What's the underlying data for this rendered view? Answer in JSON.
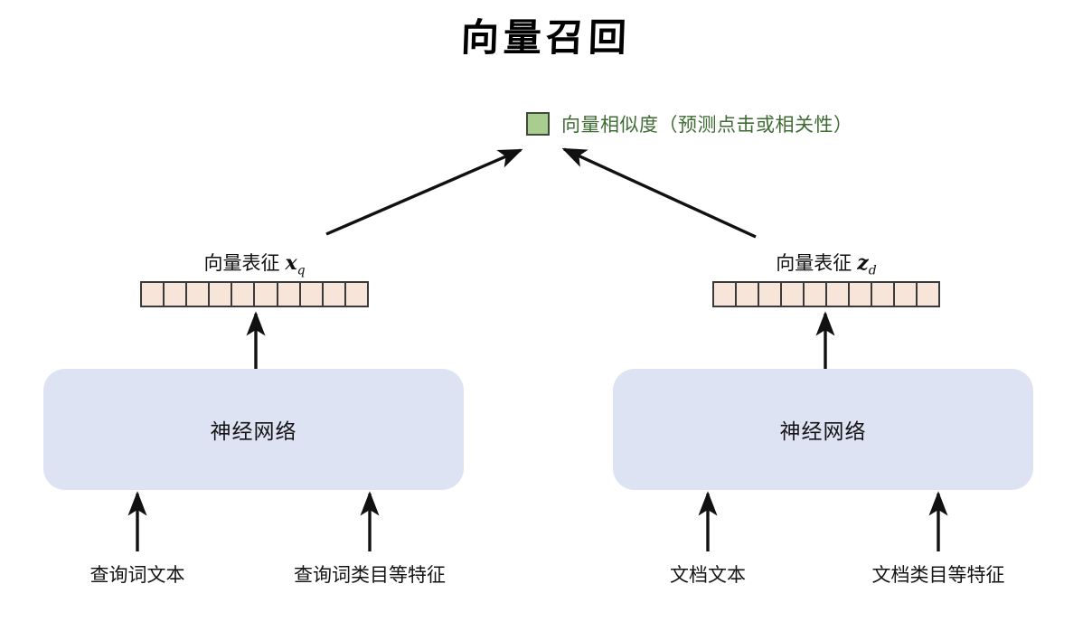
{
  "title": "向量召回",
  "similarity": {
    "label": "向量相似度（预测点击或相关性）",
    "swatch_color": "#a9cd8e",
    "text_color": "#3f6b34"
  },
  "towers": [
    {
      "side": "query",
      "vector_caption_text": "向量表征",
      "vector_symbol": "x",
      "vector_subscript": "q",
      "vector_cells": 10,
      "vector_cell_color": "#f6e5d8",
      "network_label": "神经网络",
      "network_color": "#dee3f3",
      "inputs": [
        "查询词文本",
        "查询词类目等特征"
      ]
    },
    {
      "side": "document",
      "vector_caption_text": "向量表征",
      "vector_symbol": "z",
      "vector_subscript": "d",
      "vector_cells": 10,
      "vector_cell_color": "#f6e5d8",
      "network_label": "神经网络",
      "network_color": "#dee3f3",
      "inputs": [
        "文档文本",
        "文档类目等特征"
      ]
    }
  ],
  "arrows": {
    "stroke_color": "#111111",
    "names": [
      "query-vector-to-similarity-arrow",
      "document-vector-to-similarity-arrow",
      "query-network-to-vector-arrow",
      "document-network-to-vector-arrow",
      "query-text-to-network-arrow",
      "query-category-to-network-arrow",
      "document-text-to-network-arrow",
      "document-category-to-network-arrow"
    ]
  }
}
